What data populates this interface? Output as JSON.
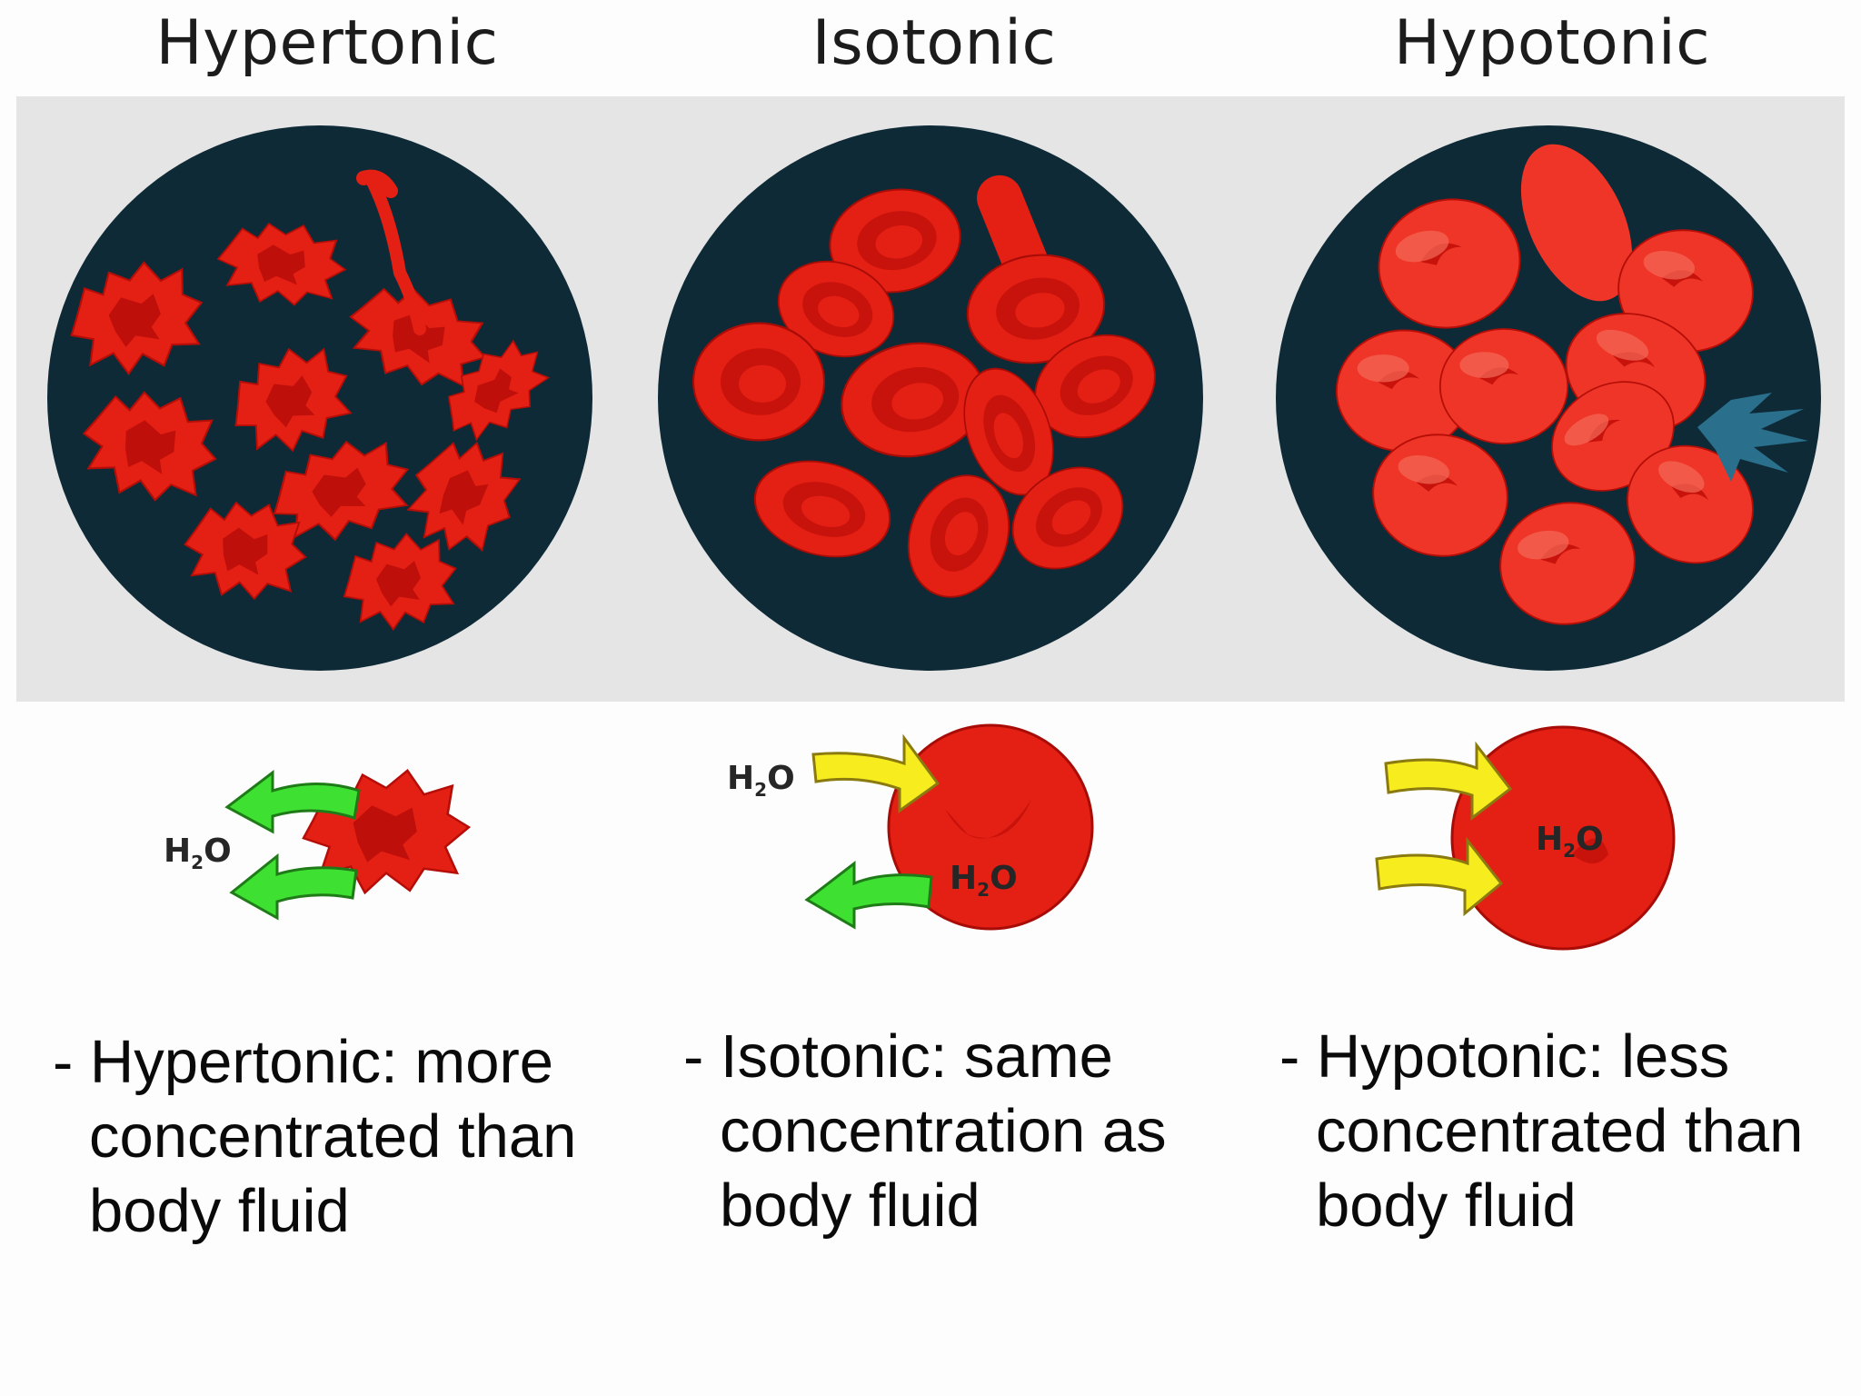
{
  "headings": {
    "hypertonic": "Hypertonic",
    "isotonic": "Isotonic",
    "hypotonic": "Hypotonic"
  },
  "h2o_label": {
    "main": "H",
    "sub": "2",
    "tail": "O"
  },
  "descriptions": {
    "hypertonic": {
      "line1": "- Hypertonic: more",
      "line2": "concentrated than",
      "line3": "body fluid"
    },
    "isotonic": {
      "line1": "- Isotonic: same",
      "line2": "concentration as",
      "line3": "body fluid"
    },
    "hypotonic": {
      "line1": "- Hypotonic: less",
      "line2": "concentrated than",
      "line3": "body fluid"
    }
  },
  "colors": {
    "panel": "#e5e5e6",
    "circle_bg": "#0e2a36",
    "cell_red": "#e41f14",
    "cell_dark": "#c8120c",
    "cell_light": "#f2503f",
    "arrow_out": "#3ee032",
    "arrow_in": "#f7ec1e",
    "burst": "#2a6f8c"
  }
}
